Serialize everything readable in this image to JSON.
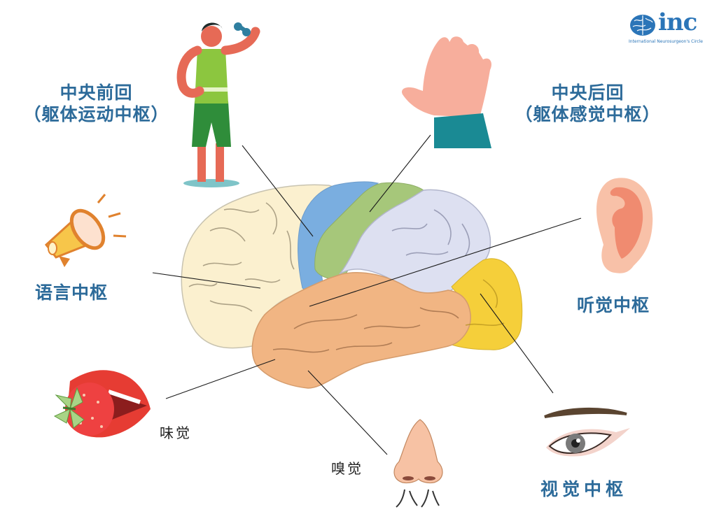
{
  "logo": {
    "mark": "inc",
    "subtitle": "International Neurosurgeon's Circle",
    "color": "#2b75b8"
  },
  "labels": {
    "precentral": {
      "line1": "中央前回",
      "line2": "（躯体运动中枢）",
      "icon": "athlete-icon"
    },
    "postcentral": {
      "line1": "中央后回",
      "line2": "（躯体感觉中枢）",
      "icon": "hand-icon"
    },
    "language": {
      "text": "语言中枢",
      "icon": "megaphone-icon"
    },
    "auditory": {
      "text": "听觉中枢",
      "icon": "ear-icon"
    },
    "taste": {
      "text": "味觉",
      "icon": "mouth-strawberry-icon"
    },
    "smell": {
      "text": "嗅觉",
      "icon": "nose-icon"
    },
    "visual": {
      "text": "视觉中枢",
      "icon": "eye-icon"
    }
  },
  "brain_regions": [
    {
      "name": "frontal",
      "color": "#fbf0cf"
    },
    {
      "name": "precentral-gyrus",
      "color": "#7aaee0"
    },
    {
      "name": "postcentral-gyrus",
      "color": "#a6c77a"
    },
    {
      "name": "parietal",
      "color": "#dde0f1"
    },
    {
      "name": "temporal",
      "color": "#f1b583"
    },
    {
      "name": "occipital",
      "color": "#f5cf3a"
    }
  ],
  "colors": {
    "label_text": "#2d6b9a",
    "leader_line": "#1a1a1a"
  }
}
